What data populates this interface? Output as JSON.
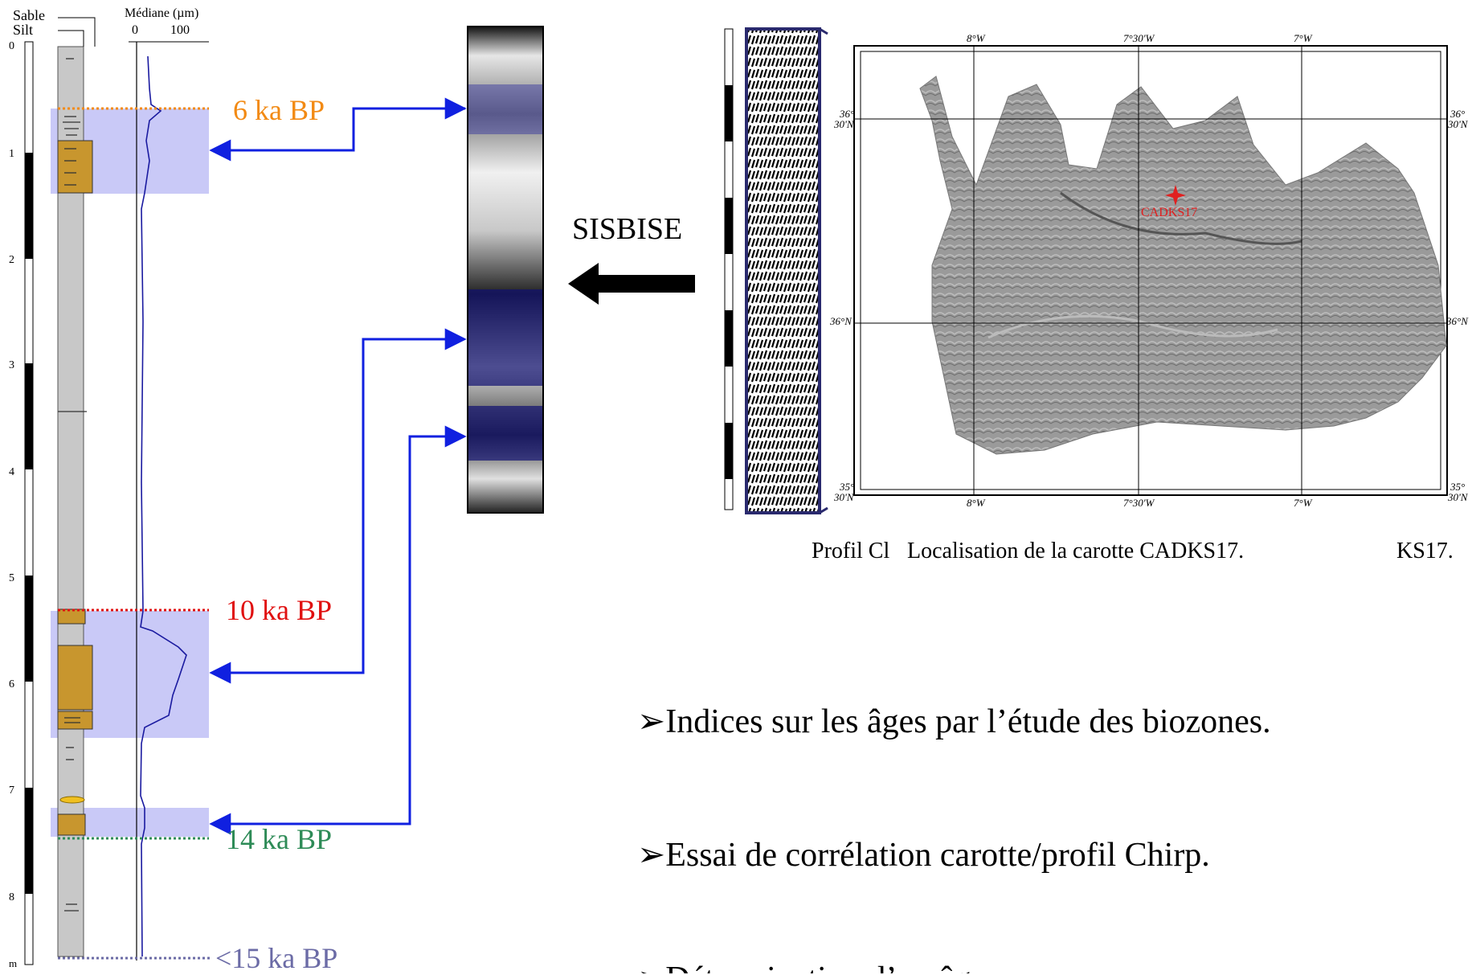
{
  "core_log": {
    "header_sable": "Sable",
    "header_silt": "Silt",
    "median_title": "Médiane (µm)",
    "median_tick_0": "0",
    "median_tick_100": "100",
    "depth_labels": [
      "0",
      "1",
      "2",
      "3",
      "4",
      "5",
      "6",
      "7",
      "8"
    ],
    "depth_unit": "m"
  },
  "age_markers": [
    {
      "label": "6 ka BP",
      "color": "#f28a14"
    },
    {
      "label": "10 ka BP",
      "color": "#e01010"
    },
    {
      "label": "14 ka BP",
      "color": "#2e8b57"
    },
    {
      "label": "<15 ka BP",
      "color": "#6b6ba6"
    }
  ],
  "sisbise_label": "SISBISE",
  "map": {
    "lon_labels": [
      "8°W",
      "7°30'W",
      "7°W"
    ],
    "lat_labels": [
      {
        "deg": "36°",
        "min": "30'N"
      },
      {
        "deg": "36°N",
        "min": ""
      },
      {
        "deg": "35°",
        "min": "30'N"
      }
    ],
    "site_label": "CADKS17"
  },
  "caption": {
    "left_fragment": "Profil Cl",
    "main": "Localisation de la carotte CADKS17.",
    "right_fragment": "KS17."
  },
  "bullets": [
    "Indices sur les âges par l’étude des biozones.",
    "Essai de corrélation carotte/profil Chirp.",
    "Détermination d’un âge..."
  ],
  "colors": {
    "highlight": "#c9c9f7",
    "arrow": "#1020e0",
    "core_sand": "#c8962e",
    "core_silt": "#c8c8c8",
    "map_frame": "#2a2a6e"
  }
}
